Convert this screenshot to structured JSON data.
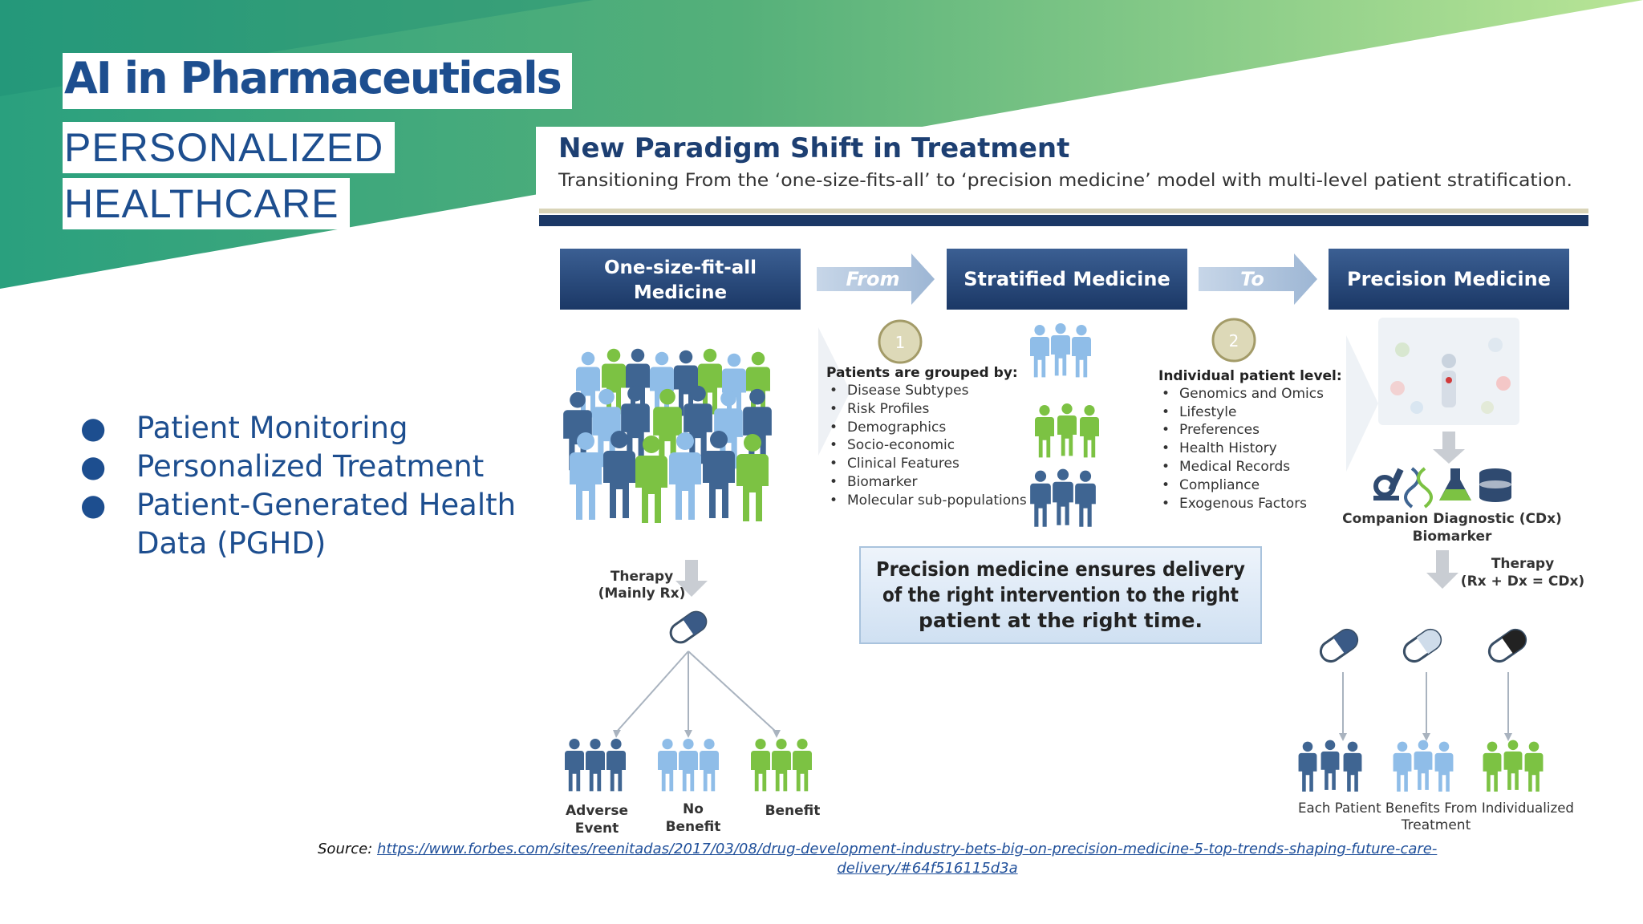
{
  "slide": {
    "title": "AI in Pharmaceuticals",
    "subtitle_line1": "PERSONALIZED",
    "subtitle_line2": "HEALTHCARE",
    "bullets": [
      "Patient Monitoring",
      "Personalized Treatment",
      "Patient-Generated Health Data (PGHD)"
    ],
    "bullet_symbol": "●",
    "source_label": "Source:",
    "source_link_line1": "https://www.forbes.com/sites/reenitadas/2017/03/08/drug-development-industry-bets-big-on-precision-medicine-5-top-trends-shaping-future-care-",
    "source_link_line2": "delivery/#64f516115d3a"
  },
  "figure": {
    "title": "New Paradigm Shift in Treatment",
    "subtitle": "Transitioning From the ‘one-size-fits-all’ to ‘precision medicine’ model with multi-level patient stratification.",
    "box1_line1": "One-size-fit-all",
    "box1_line2": "Medicine",
    "from_label": "From",
    "box2": "Stratified Medicine",
    "to_label": "To",
    "box3": "Precision Medicine",
    "step1": "1",
    "step2": "2",
    "grouped_heading": "Patients are grouped by:",
    "grouped_items": [
      "Disease Subtypes",
      "Risk Profiles",
      "Demographics",
      "Socio-economic",
      "Clinical Features",
      "Biomarker",
      "Molecular sub-populations"
    ],
    "individual_heading": "Individual patient level:",
    "individual_items": [
      "Genomics and Omics",
      "Lifestyle",
      "Preferences",
      "Health History",
      "Medical Records",
      "Compliance",
      "Exogenous Factors"
    ],
    "therapy_line1": "Therapy",
    "therapy_line2": "(Mainly Rx)",
    "callout_line1": "Precision medicine ensures delivery",
    "callout_line2": "of the right intervention to the right",
    "callout_line3": "patient at the right time.",
    "cdx_line1": "Companion Diagnostic (CDx)",
    "cdx_line2": "Biomarker",
    "therapy2_line1": "Therapy",
    "therapy2_line2": "(Rx + Dx = CDx)",
    "outcome1_line1": "Adverse",
    "outcome1_line2": "Event",
    "outcome2_line1": "No",
    "outcome2_line2": "Benefit",
    "outcome3": "Benefit",
    "benefit_line1": "Each Patient Benefits From Individualized",
    "benefit_line2": "Treatment",
    "colors": {
      "navy": "#1d3f72",
      "light_blue": "#8fbde8",
      "green": "#7cc243",
      "steel": "#3f6592",
      "title_blue": "#1d4e8f"
    }
  }
}
